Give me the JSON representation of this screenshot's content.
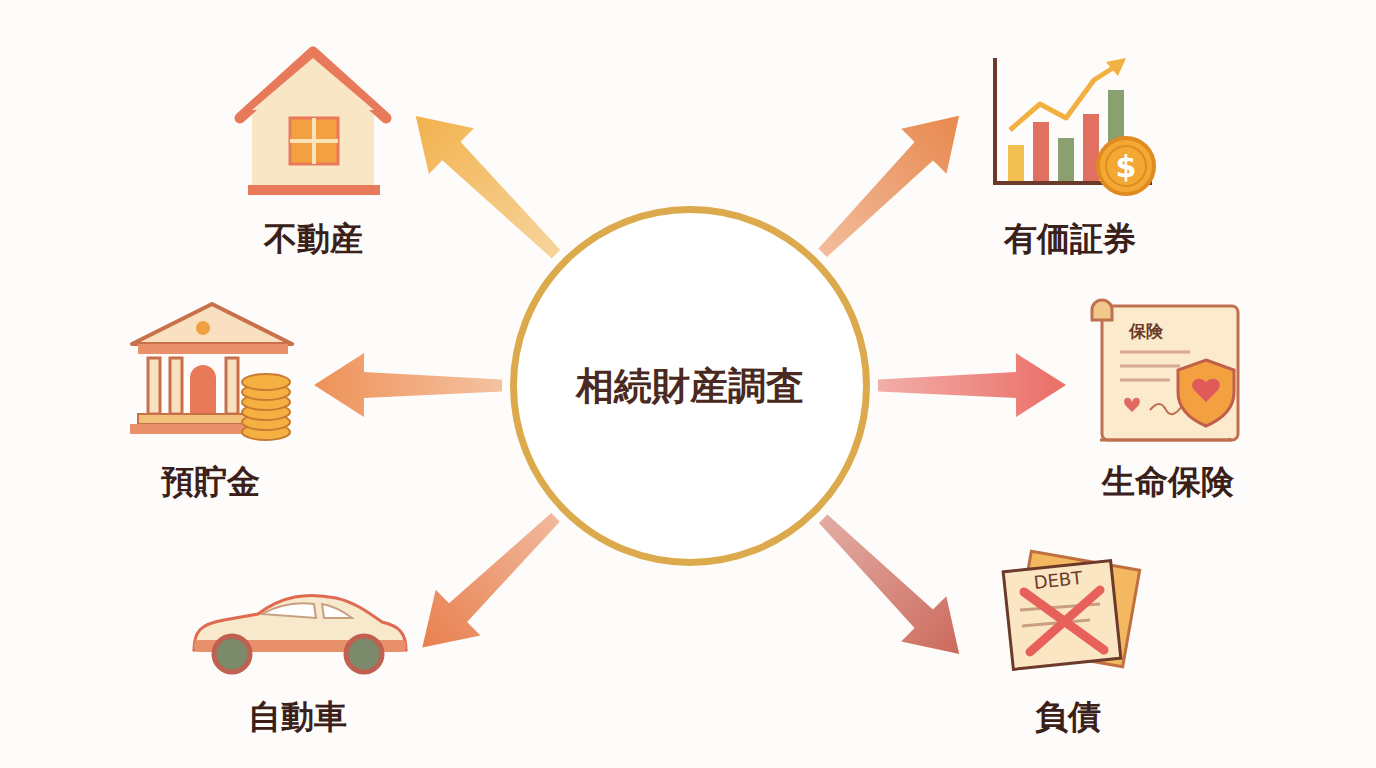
{
  "diagram": {
    "nodes": [
      {
        "text": [
          "相続財産調査"
        ]
      },
      {
        "text": [
          "不動産"
        ]
      },
      {
        "text": [
          "有価証券"
        ]
      },
      {
        "text": [
          "預貯金"
        ]
      },
      {
        "text": [
          "生命保険"
        ]
      },
      {
        "text": [
          "自動車"
        ]
      },
      {
        "text": [
          "負債"
        ]
      }
    ],
    "edges": [
      {
        "from": 0,
        "to": 1,
        "arrow": "to"
      },
      {
        "from": 0,
        "to": 2,
        "arrow": "to"
      },
      {
        "from": 0,
        "to": 3,
        "arrow": "to"
      },
      {
        "from": 0,
        "to": 4,
        "arrow": "to"
      },
      {
        "from": 0,
        "to": 5,
        "arrow": "to"
      },
      {
        "from": 0,
        "to": 6,
        "arrow": "to"
      }
    ],
    "labels": [
      "$",
      "保険",
      "DEBT"
    ]
  }
}
